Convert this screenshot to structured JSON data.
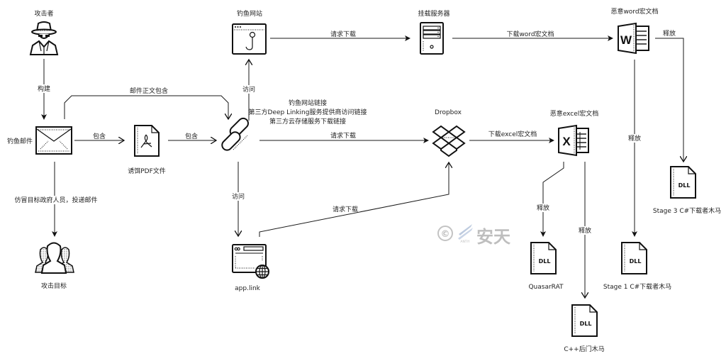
{
  "diagram": {
    "nodes": {
      "attacker": {
        "label": "攻击者",
        "icon": "spy-icon"
      },
      "phishing_email": {
        "label": "钓鱼邮件",
        "icon": "envelope-icon"
      },
      "target": {
        "label": "攻击目标",
        "icon": "users-group-icon"
      },
      "bait_pdf": {
        "label": "诱饵PDF文件",
        "icon": "pdf-file-icon"
      },
      "link": {
        "label_lines": [
          "钓鱼网站链接",
          "第三方Deep Linking服务提供商访问链接",
          "第三方云存储服务下载链接"
        ],
        "icon": "chain-link-icon"
      },
      "phishing_site": {
        "label": "钓鱼网站",
        "icon": "browser-hook-icon"
      },
      "app_link": {
        "label": "app.link",
        "icon": "browser-globe-icon"
      },
      "hosting_server": {
        "label": "挂载服务器",
        "icon": "server-icon"
      },
      "dropbox": {
        "label": "Dropbox",
        "icon": "dropbox-icon"
      },
      "word_doc": {
        "label": "恶意word宏文档",
        "icon": "word-doc-icon",
        "glyph": "W"
      },
      "excel_doc": {
        "label": "恶意excel宏文档",
        "icon": "excel-doc-icon",
        "glyph": "X"
      },
      "stage3": {
        "label": "Stage 3 C#下载者木马",
        "icon": "dll-file-icon",
        "glyph": "DLL"
      },
      "stage1": {
        "label": "Stage 1 C#下载者木马",
        "icon": "dll-file-icon",
        "glyph": "DLL"
      },
      "quasar": {
        "label": "QuasarRAT",
        "icon": "dll-file-icon",
        "glyph": "DLL"
      },
      "cpp_backdoor": {
        "label": "C++后门木马",
        "icon": "dll-file-icon",
        "glyph": "DLL"
      }
    },
    "edges": {
      "build": "构建",
      "impersonate": "仿冒目标政府人员，投递邮件",
      "contains_pdf": "包含",
      "pdf_contains_link": "包含",
      "body_contains": "邮件正文包含",
      "visit_site": "访问",
      "visit_applink": "访问",
      "site_request_download": "请求下载",
      "link_request_download": "请求下载",
      "applink_request_download": "请求下载",
      "download_word": "下载word宏文档",
      "download_excel": "下载excel宏文档",
      "word_release_stage3": "释放",
      "word_release_stage1": "释放",
      "excel_release_quasar": "释放",
      "excel_release_cpp": "释放"
    },
    "watermark": {
      "symbol": "©",
      "brand_en": "ANTIY",
      "brand_cn": "安天"
    }
  }
}
